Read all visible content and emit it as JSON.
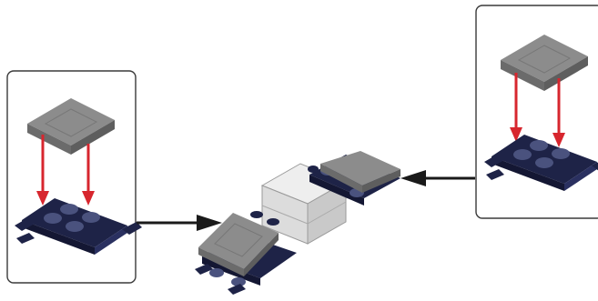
{
  "colors": {
    "background": "#ffffff",
    "callout_border": "#3a3a3a",
    "tile_top": "#8c8c8c",
    "tile_side": "#5e5e5e",
    "plate_body": "#1e2347",
    "plate_highlight": "#4a527e",
    "install_arrow": "#d7262e",
    "flow_arrow": "#1a1a1a",
    "body_block": "#e4e4e4"
  },
  "callouts": [
    {
      "name": "left-callout",
      "content": "tile-onto-hinge-plate-step"
    },
    {
      "name": "right-callout",
      "content": "tile-onto-hinge-plate-step"
    }
  ],
  "icons": [
    "red-down-arrow-icon",
    "black-flow-arrow-icon"
  ]
}
